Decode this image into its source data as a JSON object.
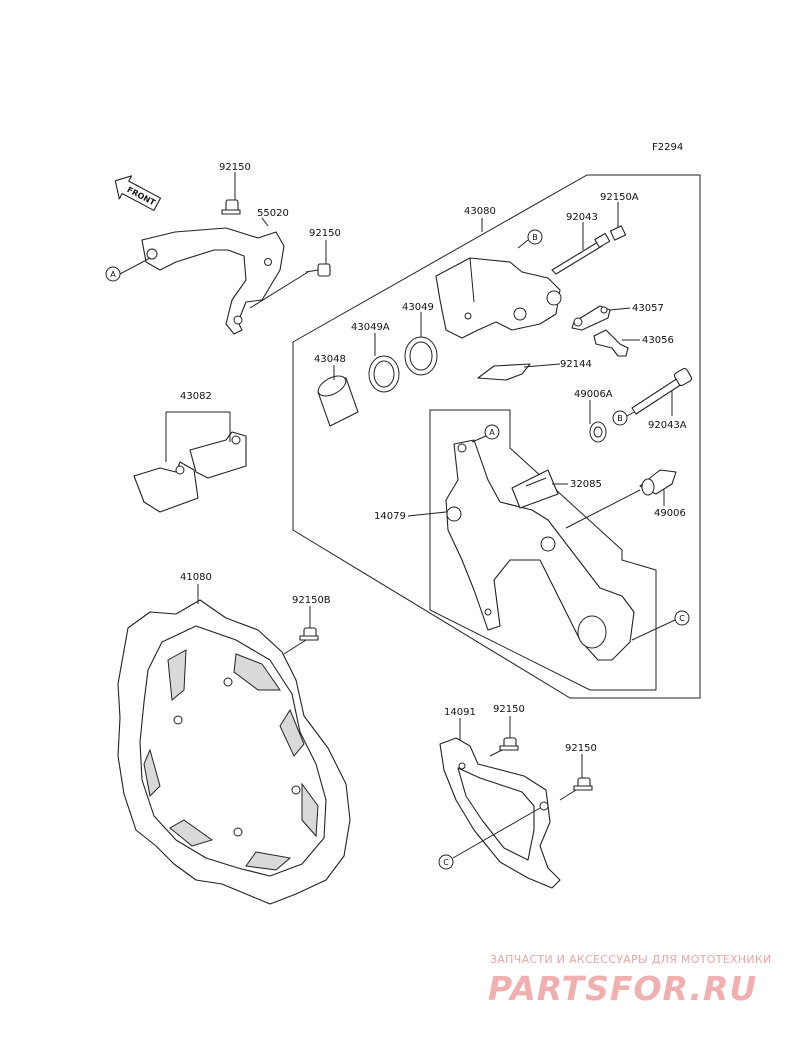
{
  "figure_code": "F2294",
  "front_label": "FRONT",
  "callouts": {
    "a": "A",
    "b": "B",
    "c": "C"
  },
  "parts": {
    "p92150_top": "92150",
    "p55020": "55020",
    "p92150_mid": "92150",
    "p43080": "43080",
    "p92150A": "92150A",
    "p92043": "92043",
    "p43049": "43049",
    "p43049A": "43049A",
    "p43057": "43057",
    "p43056": "43056",
    "p43048": "43048",
    "p92144": "92144",
    "p43082": "43082",
    "p49006A": "49006A",
    "p92043A": "92043A",
    "p32085": "32085",
    "p14079": "14079",
    "p49006": "49006",
    "p41080": "41080",
    "p92150B": "92150B",
    "p14091": "14091",
    "p92150_low1": "92150",
    "p92150_low2": "92150"
  },
  "watermark": {
    "tagline": "ЗАПЧАСТИ И АКСЕССУАРЫ ДЛЯ МОТОТЕХНИКИ",
    "brand": "PARTSFOR.RU"
  }
}
